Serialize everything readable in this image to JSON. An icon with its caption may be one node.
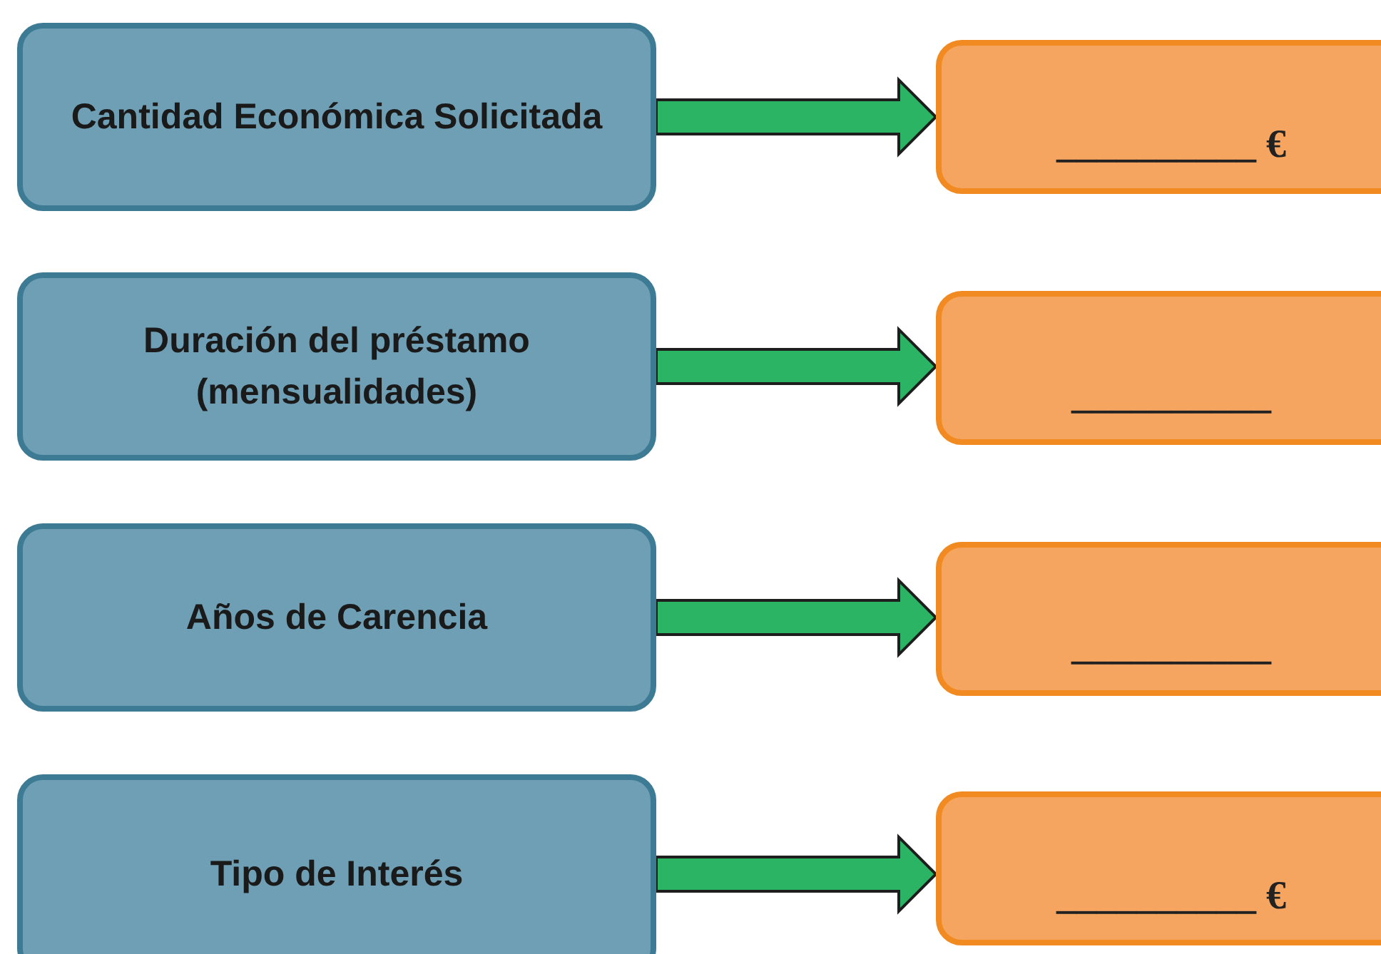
{
  "diagram": {
    "nodes": [
      {
        "text": [
          "Cantidad Económica Solicitada"
        ]
      },
      {
        "text": [
          "__________ €"
        ]
      },
      {
        "text": [
          "Duración del préstamo (mensualidades)"
        ]
      },
      {
        "text": [
          "__________"
        ]
      },
      {
        "text": [
          "Años de Carencia"
        ]
      },
      {
        "text": [
          "__________"
        ]
      },
      {
        "text": [
          "Tipo de Interés"
        ]
      },
      {
        "text": [
          "__________ €"
        ]
      }
    ],
    "edges": [
      {
        "from": 0,
        "to": 1,
        "arrow": "to"
      },
      {
        "from": 2,
        "to": 3,
        "arrow": "to"
      },
      {
        "from": 4,
        "to": 5,
        "arrow": "to"
      },
      {
        "from": 6,
        "to": 7,
        "arrow": "to"
      }
    ]
  }
}
